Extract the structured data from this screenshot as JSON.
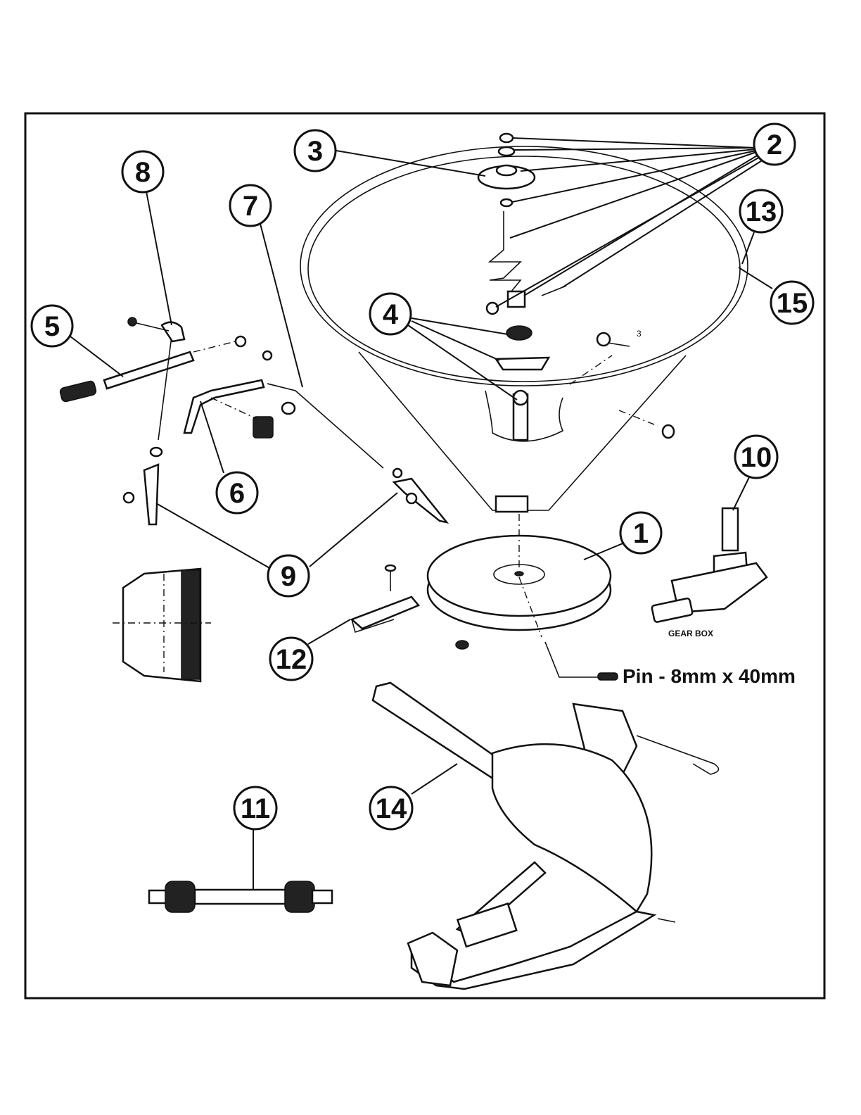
{
  "callouts": [
    "1",
    "2",
    "3",
    "4",
    "5",
    "6",
    "7",
    "8",
    "9",
    "10",
    "11",
    "12",
    "13",
    "14",
    "15"
  ],
  "labels": {
    "pin_note": "Pin - 8mm x 40mm",
    "gear_box": "GEAR BOX",
    "bolt_ref": "3"
  },
  "colors": {
    "ink": "#111111",
    "paper": "#ffffff"
  }
}
